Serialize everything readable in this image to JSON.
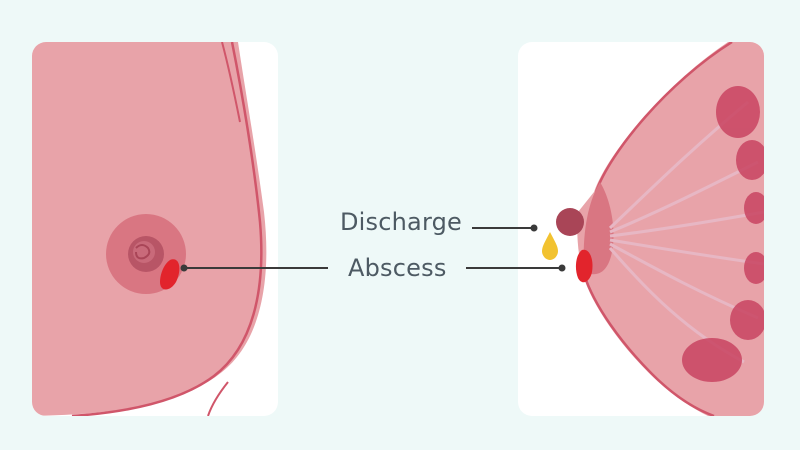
{
  "labels": {
    "discharge": "Discharge",
    "abscess": "Abscess"
  },
  "colors": {
    "background": "#eef9f8",
    "panel": "#ffffff",
    "skin": "#e8a3a9",
    "skin_outline": "#d0566a",
    "areola": "#d97682",
    "nipple": "#c4586a",
    "abscess": "#e2242c",
    "discharge": "#f2c230",
    "gland": "#c94462",
    "text": "#4d5a63",
    "leader": "#3a3a3a"
  },
  "icons": {
    "front_view": "breast-front-view-illustration",
    "side_view": "breast-cross-section-illustration",
    "discharge_drop": "discharge-drop-icon"
  }
}
